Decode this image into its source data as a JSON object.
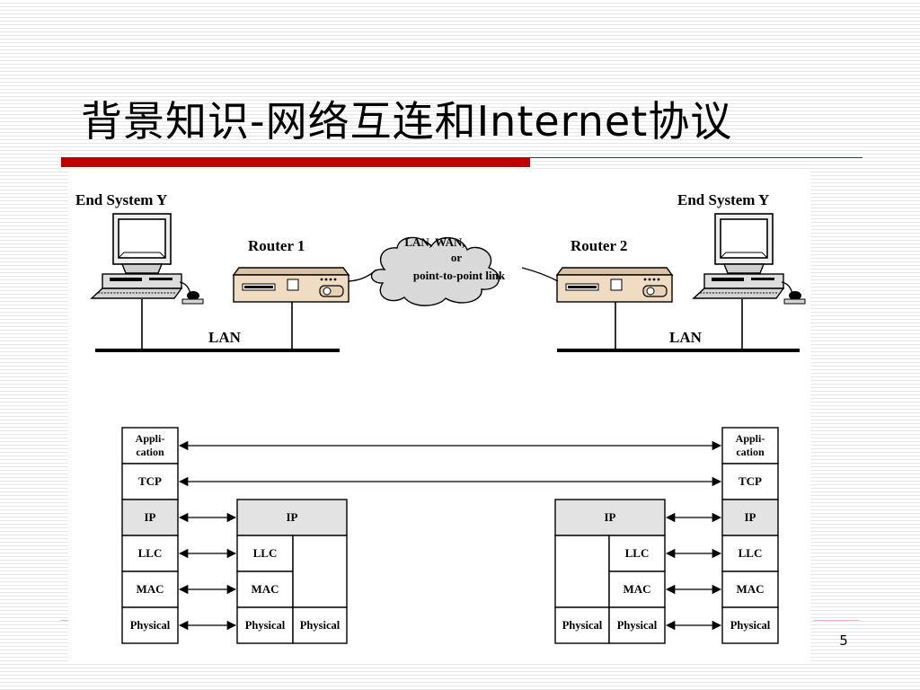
{
  "slide": {
    "title": "背景知识-网络互连和Internet协议",
    "page_number": "5"
  },
  "network": {
    "end_system_left": "End System Y",
    "end_system_right": "End System Y",
    "router1": "Router 1",
    "router2": "Router 2",
    "cloud_lines": [
      "LAN, WAN,",
      "or",
      "point-to-point link"
    ],
    "lan_left": "LAN",
    "lan_right": "LAN"
  },
  "stacks": {
    "host_left": [
      "Appli-|cation",
      "TCP",
      "IP",
      "LLC",
      "MAC",
      "Physical"
    ],
    "host_right": [
      "Appli-|cation",
      "TCP",
      "IP",
      "LLC",
      "MAC",
      "Physical"
    ],
    "router1": {
      "ip": "IP",
      "llc": "LLC",
      "mac": "MAC",
      "phys_a": "Physical",
      "phys_b": "Physical"
    },
    "router2": {
      "ip": "IP",
      "llc": "LLC",
      "mac": "MAC",
      "phys_a": "Physical",
      "phys_b": "Physical"
    }
  },
  "colors": {
    "accent_red": "#c00000",
    "ip_fill": "#e3e3e3",
    "router_body": "#f0dcc3"
  },
  "icons": [
    "computer-icon",
    "router-icon",
    "cloud-icon"
  ]
}
